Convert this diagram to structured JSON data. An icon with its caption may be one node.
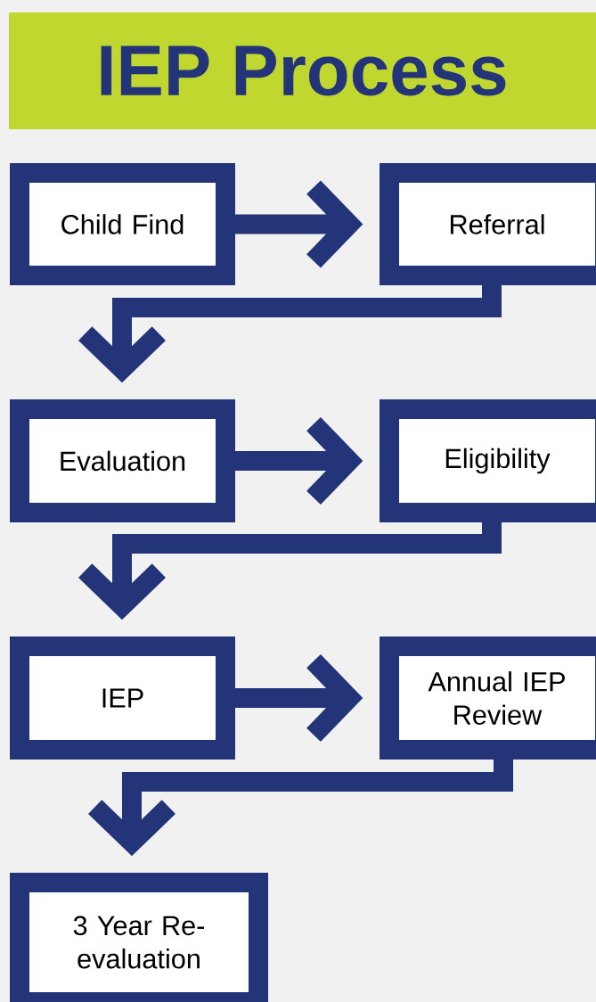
{
  "diagram": {
    "title": "IEP Process",
    "nodes": [
      {
        "text": [
          "Child Find"
        ]
      },
      {
        "text": [
          "Referral"
        ]
      },
      {
        "text": [
          "Evaluation"
        ]
      },
      {
        "text": [
          "Eligibility"
        ]
      },
      {
        "text": [
          "IEP"
        ]
      },
      {
        "text": [
          "Annual IEP Review"
        ]
      },
      {
        "text": [
          "3 Year Re-evaluation"
        ]
      }
    ],
    "edges": [
      {
        "from": 0,
        "to": 1,
        "arrow": "to"
      },
      {
        "from": 1,
        "to": 2,
        "arrow": "to"
      },
      {
        "from": 2,
        "to": 3,
        "arrow": "to"
      },
      {
        "from": 3,
        "to": 4,
        "arrow": "to"
      },
      {
        "from": 4,
        "to": 5,
        "arrow": "to"
      },
      {
        "from": 5,
        "to": 6,
        "arrow": "to"
      }
    ]
  }
}
